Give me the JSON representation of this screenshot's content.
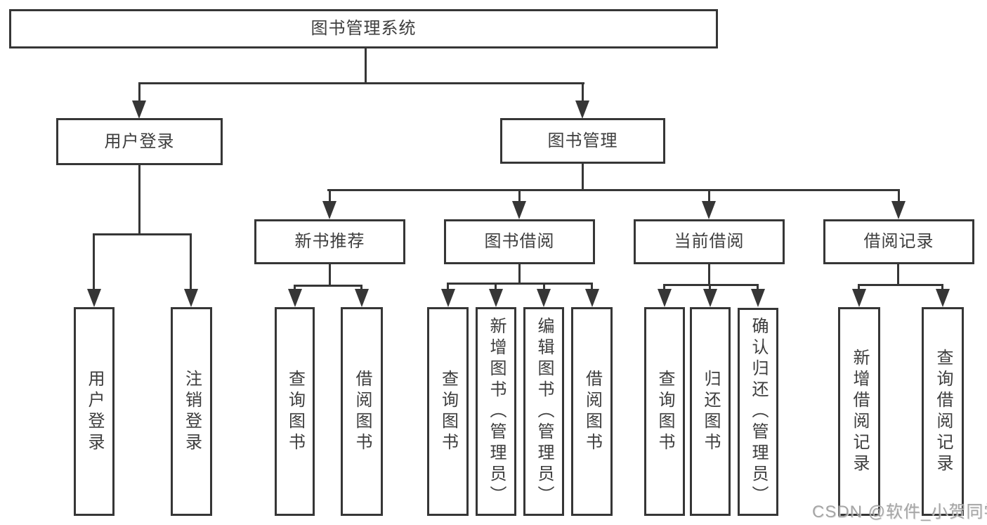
{
  "root": {
    "label": "图书管理系统"
  },
  "level2": {
    "user_login": {
      "label": "用户登录"
    },
    "book_mgmt": {
      "label": "图书管理"
    }
  },
  "level3": {
    "new_rec": {
      "label": "新书推荐"
    },
    "borrow": {
      "label": "图书借阅"
    },
    "current": {
      "label": "当前借阅"
    },
    "records": {
      "label": "借阅记录"
    }
  },
  "leaves": {
    "login": {
      "label": "用户登录"
    },
    "logout": {
      "label": "注销登录"
    },
    "rec_query": {
      "label": "查询图书"
    },
    "rec_borrow": {
      "label": "借阅图书"
    },
    "bor_query": {
      "label": "查询图书"
    },
    "bor_add": {
      "label": "新增图书（管理员）"
    },
    "bor_edit": {
      "label": "编辑图书（管理员）"
    },
    "bor_lend": {
      "label": "借阅图书"
    },
    "cur_query": {
      "label": "查询图书"
    },
    "cur_return": {
      "label": "归还图书"
    },
    "cur_confirm": {
      "label": "确认归还（管理员）"
    },
    "his_add": {
      "label": "新增借阅记录"
    },
    "his_query": {
      "label": "查询借阅记录"
    }
  },
  "watermark": {
    "text": "CSDN @软件_小贺同学"
  },
  "colors": {
    "line": "#363636",
    "text": "#3d3d3d",
    "watermark": "#999999",
    "background": "#ffffff"
  }
}
